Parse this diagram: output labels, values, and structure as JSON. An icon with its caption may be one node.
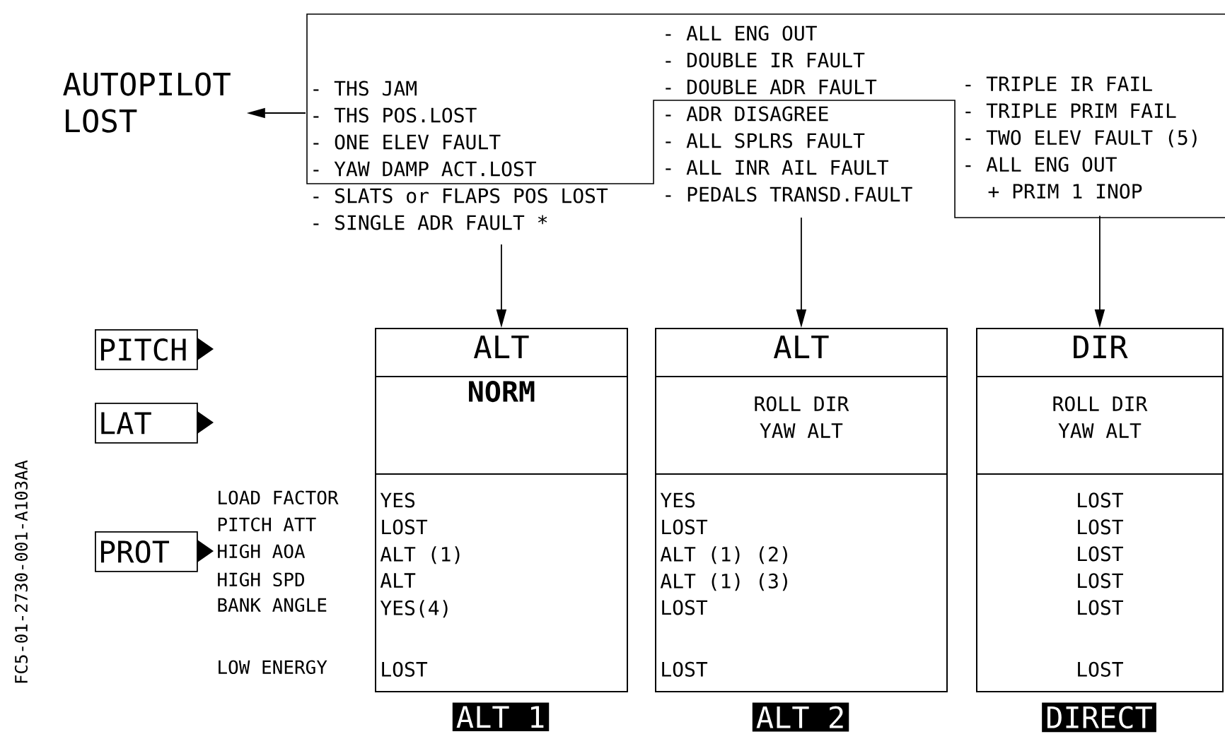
{
  "diagram": {
    "nodes": [
      {
        "text": [
          "AUTOPILOT LOST"
        ]
      },
      {
        "text": [
          "- THS JAM",
          "- THS POS.LOST",
          "- ONE ELEV FAULT",
          "- YAW DAMP ACT.LOST",
          "- SLATS or FLAPS POS LOST",
          "- SINGLE ADR FAULT *"
        ]
      },
      {
        "text": [
          "- ALL ENG OUT",
          "- DOUBLE IR FAULT",
          "- DOUBLE ADR FAULT",
          "- ADR DISAGREE",
          "- ALL SPLRS FAULT",
          "- ALL INR AIL FAULT",
          "- PEDALS TRANSD.FAULT"
        ]
      },
      {
        "text": [
          "- TRIPLE IR FAIL",
          "- TRIPLE PRIM FAIL",
          "- TWO ELEV FAULT (5)",
          "- ALL ENG OUT",
          "+ PRIM 1 INOP"
        ]
      },
      {
        "text": [
          "PITCH"
        ]
      },
      {
        "text": [
          "LAT"
        ]
      },
      {
        "text": [
          "PROT"
        ]
      },
      {
        "text": [],
        "shape": "box",
        "beside": [
          "ALT 1"
        ]
      },
      {
        "text": [
          "ALT"
        ],
        "in": 7
      },
      {
        "text": [
          "NORM"
        ],
        "in": 7
      },
      {
        "text": [
          "YES",
          "LOST",
          "ALT (1)",
          "ALT",
          "YES(4)",
          "LOST"
        ],
        "in": 7
      },
      {
        "text": [],
        "shape": "box",
        "beside": [
          "ALT 2"
        ]
      },
      {
        "text": [
          "ALT"
        ],
        "in": 11
      },
      {
        "text": [
          "ROLL DIR",
          "YAW ALT"
        ],
        "in": 11
      },
      {
        "text": [
          "YES",
          "LOST",
          "ALT (1) (2)",
          "ALT (1) (3)",
          "LOST",
          "LOST"
        ],
        "in": 11
      },
      {
        "text": [],
        "shape": "box",
        "beside": [
          "DIRECT"
        ]
      },
      {
        "text": [
          "DIR"
        ],
        "in": 15
      },
      {
        "text": [
          "ROLL DIR",
          "YAW ALT"
        ],
        "in": 15
      },
      {
        "text": [
          "LOST",
          "LOST",
          "LOST",
          "LOST",
          "LOST",
          "LOST"
        ],
        "in": 15
      }
    ],
    "edges": [
      {
        "from": 1,
        "to": 0,
        "arrow": "to"
      },
      {
        "from": 1,
        "to": 7,
        "arrow": "to"
      },
      {
        "from": 2,
        "to": 11,
        "arrow": "to"
      },
      {
        "from": 3,
        "to": 15,
        "arrow": "to"
      }
    ],
    "labels": [
      "LOAD FACTOR",
      "PITCH ATT",
      "HIGH AOA",
      "HIGH SPD",
      "BANK ANGLE",
      "LOW ENERGY",
      "FC5-01-2730-001-A103AA"
    ]
  }
}
